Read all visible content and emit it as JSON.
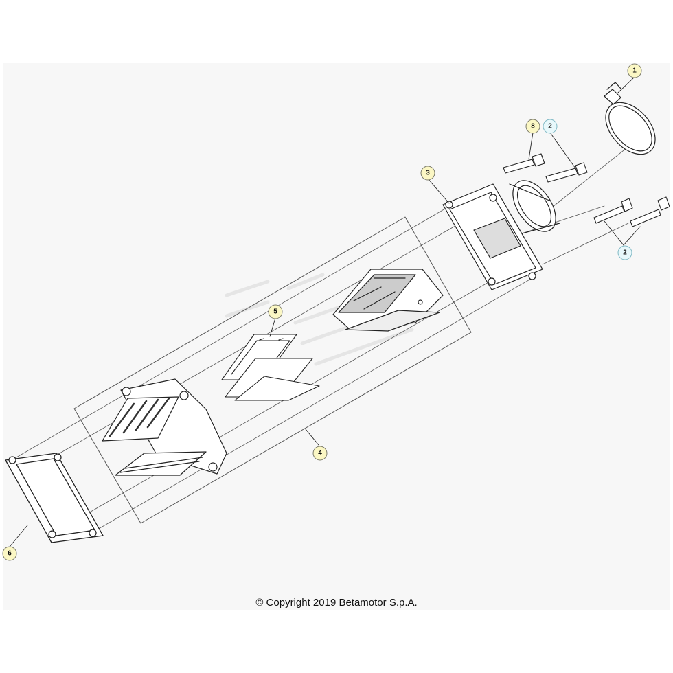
{
  "callouts": {
    "c1": {
      "label": "1",
      "fill": "#fbf7c4",
      "stroke": "#7a7a6a"
    },
    "c2a": {
      "label": "2",
      "fill": "#e8f8fb",
      "stroke": "#7fb8c4"
    },
    "c2b": {
      "label": "2",
      "fill": "#e8f8fb",
      "stroke": "#7fb8c4"
    },
    "c3": {
      "label": "3",
      "fill": "#fbf7c4",
      "stroke": "#7a7a6a"
    },
    "c4": {
      "label": "4",
      "fill": "#fbf7c4",
      "stroke": "#7a7a6a"
    },
    "c5": {
      "label": "5",
      "fill": "#fbf7c4",
      "stroke": "#7a7a6a"
    },
    "c6": {
      "label": "6",
      "fill": "#fbf7c4",
      "stroke": "#7a7a6a"
    },
    "c8": {
      "label": "8",
      "fill": "#fbf7c4",
      "stroke": "#7a7a6a"
    }
  },
  "footer": {
    "copyright": "© Copyright 2019 Betamotor S.p.A."
  }
}
